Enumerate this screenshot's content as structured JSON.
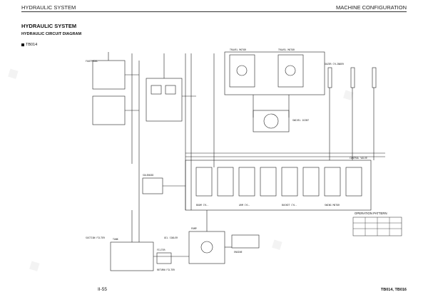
{
  "header": {
    "left_title": "HYDRAULIC SYSTEM",
    "right_title": "MACHINE CONFIGURATION"
  },
  "section_title": "HYDRAULIC SYSTEM",
  "subsection_title": "HYDRAULIC CIRCUIT DIAGRAM",
  "model_label": "TB014",
  "footer": {
    "page_number": "II-55",
    "models": "TB014, TB016"
  },
  "diagram": {
    "labels": {
      "left_top": "FOOTPEDAL",
      "right_top": "DOZER CYLINDER",
      "control_valve": "CONTROL VALVE",
      "solenoid": "SOLENOID",
      "pump": "PUMP",
      "filter": "FILTER",
      "tank": "TANK",
      "oil_cooler": "OIL COOLER",
      "swivel_joint": "SWIVEL JOINT",
      "engine": "ENGINE",
      "travel_motor_l": "TRAVEL MOTOR",
      "travel_motor_r": "TRAVEL MOTOR",
      "boom_cyl": "BOOM CYL.",
      "arm_cyl": "ARM CYL.",
      "bucket_cyl": "BUCKET CYL.",
      "swing_motor": "SWING MOTOR",
      "return_filter": "RETURN FILTER",
      "suction_filter": "SUCTION FILTER"
    },
    "operation_pattern": {
      "title": "OPERATION PATTERN"
    }
  }
}
